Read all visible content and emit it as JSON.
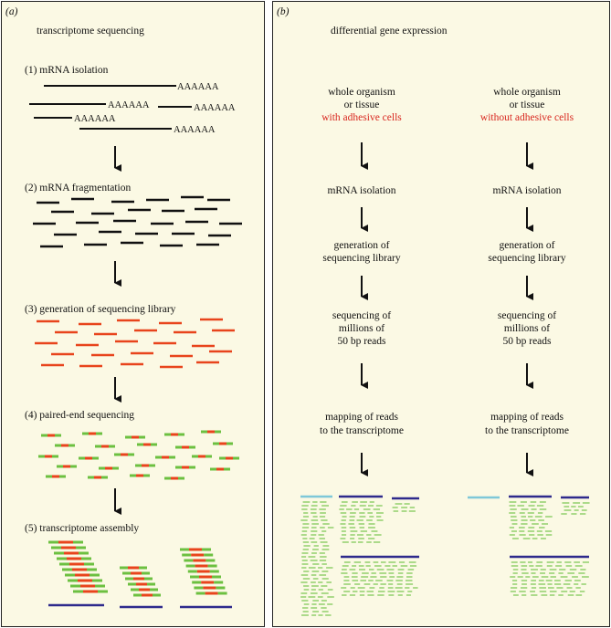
{
  "colors": {
    "background": "#fbf9e4",
    "strand": "#111111",
    "library": "#e8441c",
    "read_end": "#6cc040",
    "contig": "#2e2a8c",
    "unmapped": "#7ec8d8",
    "condition": "#d8261e"
  },
  "panel_a": {
    "label": "(a)",
    "title": "transcriptome sequencing",
    "steps": [
      "(1)  mRNA isolation",
      "(2)  mRNA fragmentation",
      "(3)  generation of sequencing library",
      "(4)  paired-end sequencing",
      "(5)  transcriptome assembly"
    ],
    "polya_tail": "AAAAAA"
  },
  "panel_b": {
    "label": "(b)",
    "title": "differential gene expression",
    "columns": [
      {
        "source_line1": "whole organism",
        "source_line2": "or tissue",
        "condition": "with adhesive cells",
        "isolation": "mRNA isolation",
        "library_line1": "generation of",
        "library_line2": "sequencing library",
        "seq_line1": "sequencing of",
        "seq_line2": "millions of",
        "seq_line3": "50 bp reads",
        "map_line1": "mapping of reads",
        "map_line2": "to the transcriptome"
      },
      {
        "source_line1": "whole organism",
        "source_line2": "or tissue",
        "condition": "without adhesive cells",
        "isolation": "mRNA isolation",
        "library_line1": "generation of",
        "library_line2": "sequencing library",
        "seq_line1": "sequencing of",
        "seq_line2": "millions of",
        "seq_line3": "50 bp reads",
        "map_line1": "mapping of reads",
        "map_line2": "to the transcriptome"
      }
    ]
  }
}
